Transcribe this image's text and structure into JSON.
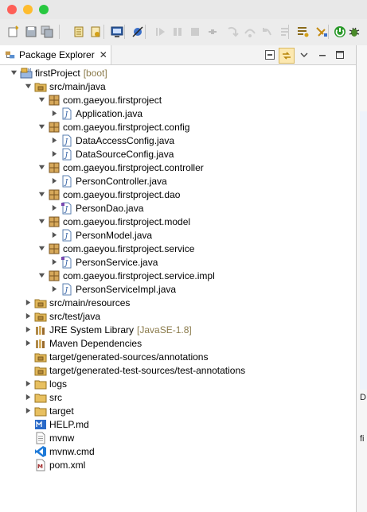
{
  "window": {
    "lights": {
      "close": "#fe5f57",
      "minimize": "#febc2e",
      "zoom": "#28c840"
    }
  },
  "toolbar": {
    "icons": [
      "new-wizard-icon",
      "save-icon",
      "save-all-icon",
      "build-icon",
      "open-task-icon",
      "console-icon",
      "skip-breakpoints-icon",
      "resume-icon",
      "suspend-icon",
      "terminate-icon",
      "disconnect-icon",
      "step-into-icon",
      "step-over-icon",
      "step-return-icon",
      "drop-to-frame-icon",
      "open-type-icon",
      "refactor-icon",
      "run-spring-boot-icon",
      "debug-icon"
    ]
  },
  "package_explorer": {
    "tab_label": "Package Explorer",
    "close_glyph": "✕",
    "tree": [
      {
        "label": "firstProject",
        "decoration": "[boot]",
        "depth": 0,
        "twisty": "open",
        "icon": "project-icon"
      },
      {
        "label": "src/main/java",
        "depth": 1,
        "twisty": "open",
        "icon": "source-folder-icon"
      },
      {
        "label": "com.gaeyou.firstproject",
        "depth": 2,
        "twisty": "open",
        "icon": "package-icon"
      },
      {
        "label": "Application.java",
        "depth": 3,
        "twisty": "closed",
        "icon": "java-file-icon"
      },
      {
        "label": "com.gaeyou.firstproject.config",
        "depth": 2,
        "twisty": "open",
        "icon": "package-icon"
      },
      {
        "label": "DataAccessConfig.java",
        "depth": 3,
        "twisty": "closed",
        "icon": "java-file-icon"
      },
      {
        "label": "DataSourceConfig.java",
        "depth": 3,
        "twisty": "closed",
        "icon": "java-file-icon"
      },
      {
        "label": "com.gaeyou.firstproject.controller",
        "depth": 2,
        "twisty": "open",
        "icon": "package-icon"
      },
      {
        "label": "PersonController.java",
        "depth": 3,
        "twisty": "closed",
        "icon": "java-file-icon"
      },
      {
        "label": "com.gaeyou.firstproject.dao",
        "depth": 2,
        "twisty": "open",
        "icon": "package-icon"
      },
      {
        "label": "PersonDao.java",
        "depth": 3,
        "twisty": "closed",
        "icon": "java-interface-file-icon"
      },
      {
        "label": "com.gaeyou.firstproject.model",
        "depth": 2,
        "twisty": "open",
        "icon": "package-icon"
      },
      {
        "label": "PersonModel.java",
        "depth": 3,
        "twisty": "closed",
        "icon": "java-file-icon"
      },
      {
        "label": "com.gaeyou.firstproject.service",
        "depth": 2,
        "twisty": "open",
        "icon": "package-icon"
      },
      {
        "label": "PersonService.java",
        "depth": 3,
        "twisty": "closed",
        "icon": "java-interface-file-icon"
      },
      {
        "label": "com.gaeyou.firstproject.service.impl",
        "depth": 2,
        "twisty": "open",
        "icon": "package-icon"
      },
      {
        "label": "PersonServiceImpl.java",
        "depth": 3,
        "twisty": "closed",
        "icon": "java-file-icon"
      },
      {
        "label": "src/main/resources",
        "depth": 1,
        "twisty": "closed",
        "icon": "source-folder-icon"
      },
      {
        "label": "src/test/java",
        "depth": 1,
        "twisty": "closed",
        "icon": "source-folder-icon"
      },
      {
        "label": "JRE System Library",
        "decoration": "[JavaSE-1.8]",
        "depth": 1,
        "twisty": "closed",
        "icon": "library-icon"
      },
      {
        "label": "Maven Dependencies",
        "depth": 1,
        "twisty": "closed",
        "icon": "library-icon"
      },
      {
        "label": "target/generated-sources/annotations",
        "depth": 1,
        "twisty": "none",
        "icon": "source-folder-icon"
      },
      {
        "label": "target/generated-test-sources/test-annotations",
        "depth": 1,
        "twisty": "none",
        "icon": "source-folder-icon"
      },
      {
        "label": "logs",
        "depth": 1,
        "twisty": "closed",
        "icon": "folder-icon"
      },
      {
        "label": "src",
        "depth": 1,
        "twisty": "closed",
        "icon": "folder-icon"
      },
      {
        "label": "target",
        "depth": 1,
        "twisty": "closed",
        "icon": "folder-icon"
      },
      {
        "label": "HELP.md",
        "depth": 1,
        "twisty": "none",
        "icon": "markdown-file-icon"
      },
      {
        "label": "mvnw",
        "depth": 1,
        "twisty": "none",
        "icon": "text-file-icon"
      },
      {
        "label": "mvnw.cmd",
        "depth": 1,
        "twisty": "none",
        "icon": "vscode-file-icon"
      },
      {
        "label": "pom.xml",
        "depth": 1,
        "twisty": "none",
        "icon": "maven-pom-icon"
      }
    ]
  },
  "side_panel": {
    "tab_char": "D",
    "text_fragment": "fi"
  }
}
